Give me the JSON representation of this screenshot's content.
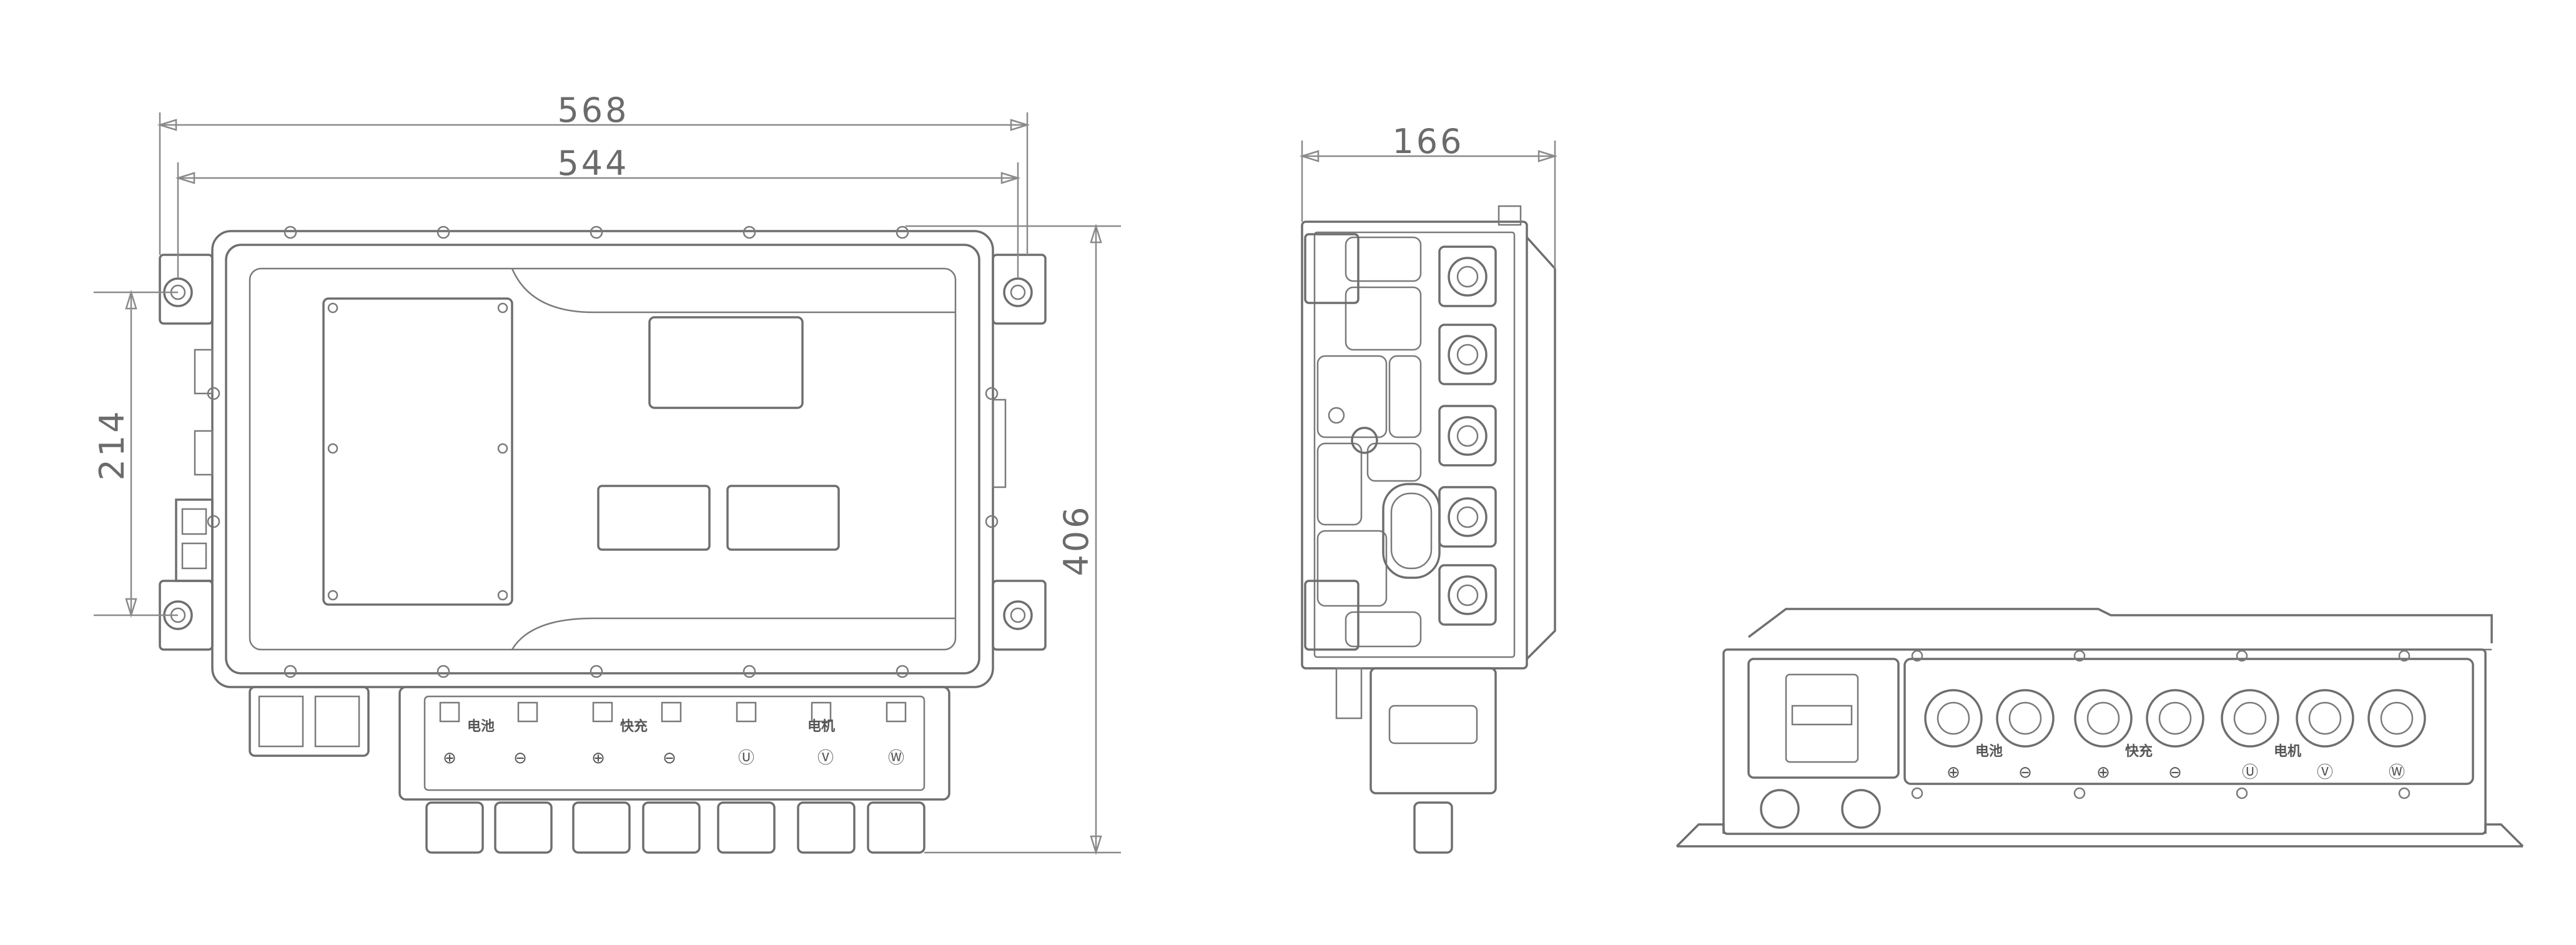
{
  "drawing": {
    "views": [
      "front-view",
      "side-view",
      "bottom-view"
    ],
    "dimensions": {
      "front_overall_width": "568",
      "front_mount_width": "544",
      "front_mount_height": "214",
      "front_overall_height": "406",
      "side_depth": "166"
    },
    "front_terminal_labels": [
      "电池",
      "快充",
      "电机"
    ],
    "front_terminal_symbols": [
      "⊕",
      "⊖",
      "⊕",
      "⊖",
      "Ⓤ",
      "Ⓥ",
      "Ⓦ"
    ],
    "bottom_terminal_labels": [
      "电池",
      "快充",
      "电机"
    ],
    "bottom_terminal_symbols": [
      "⊕",
      "⊖",
      "⊕",
      "⊖",
      "Ⓤ",
      "Ⓥ",
      "Ⓦ"
    ],
    "colors": {
      "line": "#6e6e6e",
      "dimension": "#8a8a8a",
      "background": "#ffffff"
    }
  }
}
